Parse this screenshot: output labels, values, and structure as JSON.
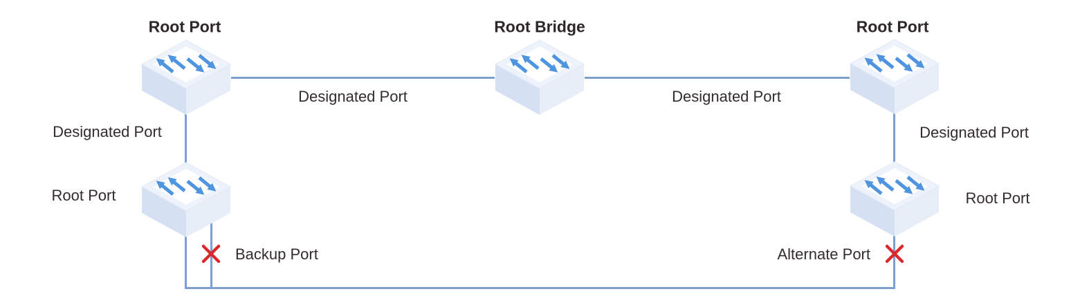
{
  "diagram": {
    "type": "spanning-tree-port-roles-topology",
    "switch_labels": {
      "top_left": "Root Port",
      "top_center": "Root Bridge",
      "top_right": "Root Port",
      "mid_left": "Root Port",
      "mid_right": "Root Port"
    },
    "link_labels": {
      "top_left_segment": "Designated Port",
      "top_right_segment": "Designated Port",
      "left_vertical_segment": "Designated Port",
      "right_vertical_segment": "Designated Port"
    },
    "blocked_ports": {
      "left": "Backup Port",
      "right": "Alternate Port"
    },
    "colors": {
      "link_blue": "#7d9fd4",
      "arrow_blue": "#4e94de",
      "cross_red": "#d9282b",
      "text_dark": "#332c2c",
      "switch_face_left": "#d5e0f2",
      "switch_face_right": "#e8eef8",
      "switch_top_rim": "#edf2fb",
      "switch_top_face": "#ffffff"
    }
  }
}
